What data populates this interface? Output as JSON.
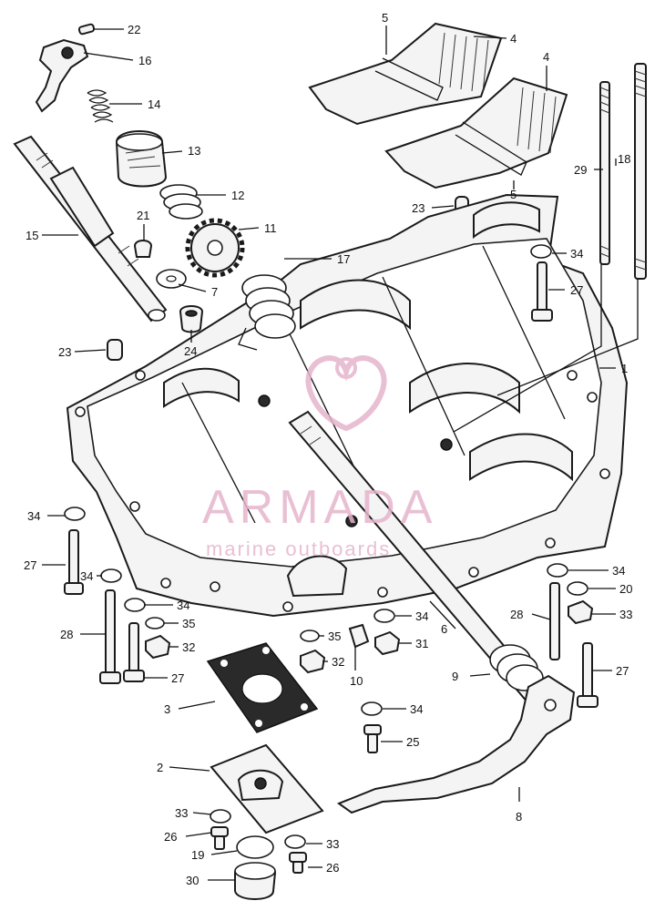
{
  "watermark": {
    "title": "ARMADA",
    "subtitle": "marine outboards",
    "color": "#e6b4cc"
  },
  "labels": [
    {
      "id": "22",
      "text": "22"
    },
    {
      "id": "16",
      "text": "16"
    },
    {
      "id": "14",
      "text": "14"
    },
    {
      "id": "13",
      "text": "13"
    },
    {
      "id": "12",
      "text": "12"
    },
    {
      "id": "11",
      "text": "11"
    },
    {
      "id": "21",
      "text": "21"
    },
    {
      "id": "15",
      "text": "15"
    },
    {
      "id": "7",
      "text": "7"
    },
    {
      "id": "24",
      "text": "24"
    },
    {
      "id": "23a",
      "text": "23"
    },
    {
      "id": "17",
      "text": "17"
    },
    {
      "id": "5a",
      "text": "5"
    },
    {
      "id": "4a",
      "text": "4"
    },
    {
      "id": "4b",
      "text": "4"
    },
    {
      "id": "5b",
      "text": "5"
    },
    {
      "id": "23b",
      "text": "23"
    },
    {
      "id": "29",
      "text": "29"
    },
    {
      "id": "18",
      "text": "18"
    },
    {
      "id": "34a",
      "text": "34"
    },
    {
      "id": "27a",
      "text": "27"
    },
    {
      "id": "1",
      "text": "1"
    },
    {
      "id": "34b",
      "text": "34"
    },
    {
      "id": "27b",
      "text": "27"
    },
    {
      "id": "34c",
      "text": "34"
    },
    {
      "id": "34d",
      "text": "34"
    },
    {
      "id": "35a",
      "text": "35"
    },
    {
      "id": "28a",
      "text": "28"
    },
    {
      "id": "32a",
      "text": "32"
    },
    {
      "id": "27c",
      "text": "27"
    },
    {
      "id": "35b",
      "text": "35"
    },
    {
      "id": "32b",
      "text": "32"
    },
    {
      "id": "10",
      "text": "10"
    },
    {
      "id": "34e",
      "text": "34"
    },
    {
      "id": "31",
      "text": "31"
    },
    {
      "id": "6",
      "text": "6"
    },
    {
      "id": "34f",
      "text": "34"
    },
    {
      "id": "20",
      "text": "20"
    },
    {
      "id": "33a",
      "text": "33"
    },
    {
      "id": "28b",
      "text": "28"
    },
    {
      "id": "27d",
      "text": "27"
    },
    {
      "id": "9",
      "text": "9"
    },
    {
      "id": "3",
      "text": "3"
    },
    {
      "id": "34g",
      "text": "34"
    },
    {
      "id": "25",
      "text": "25"
    },
    {
      "id": "2",
      "text": "2"
    },
    {
      "id": "8",
      "text": "8"
    },
    {
      "id": "33b",
      "text": "33"
    },
    {
      "id": "26a",
      "text": "26"
    },
    {
      "id": "33c",
      "text": "33"
    },
    {
      "id": "19",
      "text": "19"
    },
    {
      "id": "26b",
      "text": "26"
    },
    {
      "id": "30",
      "text": "30"
    }
  ]
}
